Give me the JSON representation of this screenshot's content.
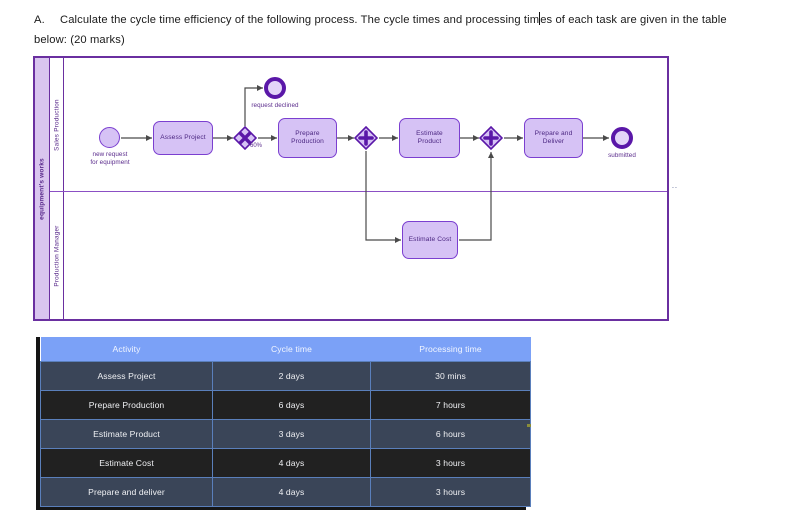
{
  "question": {
    "letter": "A.",
    "text_before_caret": "Calculate the cycle time efficiency of the following process. The cycle times and processing tim",
    "text_after_caret": "es of each task are given in the table below: (20 marks)"
  },
  "diagram": {
    "pool_label": "equipment's works",
    "lanes": [
      {
        "label": "Sales Production"
      },
      {
        "label": "Production Manager"
      }
    ],
    "events": [
      {
        "name": "start-event",
        "label": "new request\nfor equipment",
        "label_line1": "new request",
        "label_line2": "for equipment",
        "type": "start"
      },
      {
        "name": "end-event-declined",
        "label": "request declined",
        "type": "end"
      },
      {
        "name": "end-event-submitted",
        "label": "submitted",
        "type": "end"
      }
    ],
    "tasks": [
      {
        "name": "assess-project",
        "label": "Assess Project",
        "label_line1": "Assess Project",
        "label_line2": ""
      },
      {
        "name": "prepare-production",
        "label": "Prepare Production",
        "label_line1": "Prepare",
        "label_line2": "Production"
      },
      {
        "name": "estimate-product",
        "label": "Estimate Product",
        "label_line1": "Estimate",
        "label_line2": "Product"
      },
      {
        "name": "estimate-cost",
        "label": "Estimate Cost",
        "label_line1": "Estimate Cost",
        "label_line2": ""
      },
      {
        "name": "prepare-and-deliver",
        "label": "Prepare and Deliver",
        "label_line1": "Prepare and",
        "label_line2": "Deliver"
      }
    ],
    "gateways": [
      {
        "name": "exclusive-gateway",
        "type": "exclusive",
        "label": "60%"
      },
      {
        "name": "parallel-split-gateway",
        "type": "parallel",
        "label": ""
      },
      {
        "name": "parallel-join-gateway",
        "type": "parallel",
        "label": ""
      }
    ],
    "colors": {
      "border": "#6a2fa0",
      "task_fill": "#d6c2f5",
      "task_stroke": "#7b3fd0",
      "event_end_stroke": "#5a17a8",
      "lane_label": "#5a2b8c",
      "pool_header_fill": "#d9c5ef"
    }
  },
  "table": {
    "headers": [
      "Activity",
      "Cycle time",
      "Processing time"
    ],
    "rows": [
      {
        "activity": "Assess Project",
        "cycle_time": "2 days",
        "processing_time": "30 mins"
      },
      {
        "activity": "Prepare Production",
        "cycle_time": "6 days",
        "processing_time": "7 hours"
      },
      {
        "activity": "Estimate Product",
        "cycle_time": "3 days",
        "processing_time": "6 hours"
      },
      {
        "activity": "Estimate Cost",
        "cycle_time": "4 days",
        "processing_time": "3 hours"
      },
      {
        "activity": "Prepare and deliver",
        "cycle_time": "4 days",
        "processing_time": "3  hours"
      }
    ],
    "colors": {
      "header_fill": "#7ba1f7",
      "row_odd_fill": "#3a4558",
      "row_even_fill": "#212121",
      "cell_border": "#5a7fbb",
      "outer_border": "#151515"
    }
  },
  "artifacts": {
    "right_edge_dots": ".."
  }
}
